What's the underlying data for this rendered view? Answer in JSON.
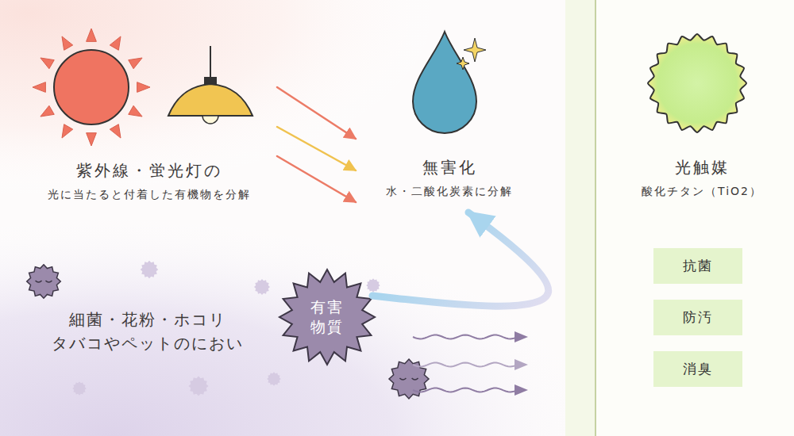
{
  "diagram": {
    "nodes": [
      {
        "text": [
          "紫外線・蛍光灯の",
          "光に当たると付着した有機物を分解"
        ]
      },
      {
        "text": [
          "無害化",
          "水・二酸化炭素に分解"
        ]
      },
      {
        "text": [
          "光触媒",
          "酸化チタン（TiO2）"
        ]
      },
      {
        "text": [
          "有害物質"
        ]
      },
      {
        "text": [
          "抗菌"
        ]
      },
      {
        "text": [
          "防汚"
        ]
      },
      {
        "text": [
          "消臭"
        ]
      }
    ],
    "edges": [
      {
        "from": 0,
        "to": 1,
        "arrow": "to"
      },
      {
        "from": 0,
        "to": 1,
        "arrow": "to"
      },
      {
        "from": 0,
        "to": 1,
        "arrow": "to"
      },
      {
        "from": 3,
        "to": 1,
        "arrow": "to"
      }
    ],
    "labels": [
      "細菌・花粉・ホコリ タバコやペットのにおい"
    ]
  }
}
